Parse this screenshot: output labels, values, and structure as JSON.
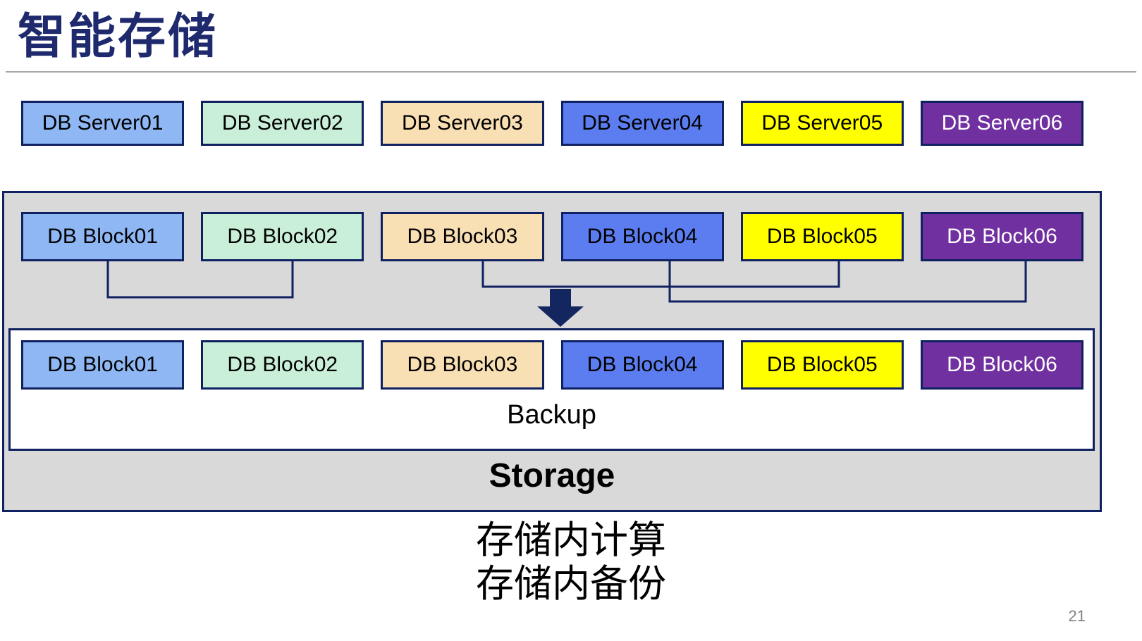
{
  "title": "智能存储",
  "page_number": "21",
  "palette": {
    "navy_line": "#0F2161",
    "title_color": "#1F2A6E",
    "container_gray": "#D9D9D9",
    "box_colors": [
      {
        "bg": "#8EB7F4",
        "fg": "#000000"
      },
      {
        "bg": "#C9EFD8",
        "fg": "#000000"
      },
      {
        "bg": "#F8DFB4",
        "fg": "#000000"
      },
      {
        "bg": "#5B7DF0",
        "fg": "#000000"
      },
      {
        "bg": "#FFFF00",
        "fg": "#000000"
      },
      {
        "bg": "#7030A0",
        "fg": "#FFFFFF"
      }
    ]
  },
  "servers": [
    "DB Server01",
    "DB Server02",
    "DB Server03",
    "DB Server04",
    "DB Server05",
    "DB Server06"
  ],
  "storage": {
    "blocks_top": [
      "DB Block01",
      "DB Block02",
      "DB Block03",
      "DB Block04",
      "DB Block05",
      "DB Block06"
    ],
    "blocks_bottom": [
      "DB Block01",
      "DB Block02",
      "DB Block03",
      "DB Block04",
      "DB Block05",
      "DB Block06"
    ],
    "connections": [
      [
        "DB Block01",
        "DB Block02"
      ],
      [
        "DB Block03",
        "DB Block05"
      ],
      [
        "DB Block04",
        "DB Block06"
      ]
    ],
    "backup_label": "Backup",
    "storage_label": "Storage"
  },
  "captions": {
    "line1": "存储内计算",
    "line2": "存储内备份"
  }
}
